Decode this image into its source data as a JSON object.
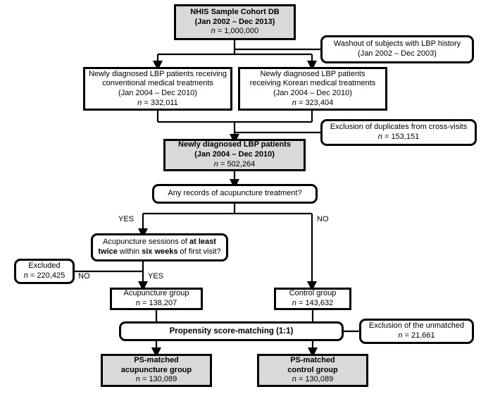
{
  "diagram": {
    "title": "NHIS Sample Cohort LBP acupuncture study flow diagram",
    "type": "flowchart",
    "colors": {
      "shaded_fill": "#d9d9d9",
      "box_fill": "#ffffff",
      "stroke": "#000000",
      "background": "#ffffff"
    }
  },
  "nodes": {
    "cohort_db": {
      "line1": "NHIS Sample Cohort DB",
      "line2": "(Jan 2002 – Dec 2013)",
      "n_prefix": "n",
      "n_value": " = 1,000,000"
    },
    "washout": {
      "line1": "Washout of subjects with LBP history",
      "line2": "(Jan 2002 – Dec 2003)"
    },
    "conventional": {
      "line1": "Newly diagnosed LBP patients receiving",
      "line2": "conventional medical treatments",
      "line3": "(Jan 2004 – Dec 2010)",
      "n_prefix": "n",
      "n_value": " = 332,011"
    },
    "korean": {
      "line1": "Newly diagnosed LBP patients",
      "line2": "receiving Korean medical treatments",
      "line3": "(Jan 2004 – Dec 2010)",
      "n_prefix": "n",
      "n_value": " = 323,404"
    },
    "duplicates": {
      "line1": "Exclusion of duplicates from cross-visits",
      "n_prefix": "n",
      "n_value": " = 153,151"
    },
    "newly_diagnosed": {
      "line1": "Newly diagnosed LBP patients",
      "line2": "(Jan 2004 – Dec 2010)",
      "n_prefix": "n",
      "n_value": " = 502,264"
    },
    "decision_records": {
      "line1": "Any records of acupuncture treatment?"
    },
    "decision_sessions": {
      "part1": "Acupuncture sessions of ",
      "bold1": "at least",
      "bold2": "twice",
      "part2": " within ",
      "bold3": "six weeks",
      "part3": " of first visit?"
    },
    "excluded": {
      "line1": "Excluded",
      "n_prefix": "n",
      "n_value": " = 220,425"
    },
    "acupuncture_group": {
      "line1": "Acupuncture group",
      "n_prefix": "n",
      "n_value": " = 138,207"
    },
    "control_group": {
      "line1": "Control group",
      "n_prefix": "n",
      "n_value": " = 143,632"
    },
    "psm": {
      "line1": "Propensity score-matching (1:1)"
    },
    "unmatched": {
      "line1": "Exclusion of the unmatched",
      "n_prefix": "n",
      "n_value": " = 21,661"
    },
    "ps_acupuncture": {
      "line1": "PS-matched",
      "line2": "acupuncture group",
      "n_prefix": "n",
      "n_value": " = 130,089"
    },
    "ps_control": {
      "line1": "PS-matched",
      "line2": "control group",
      "n_prefix": "n",
      "n_value": " = 130,089"
    }
  },
  "edge_labels": {
    "yes_records": "YES",
    "no_records": "NO",
    "yes_sessions": "YES",
    "no_sessions": "NO"
  }
}
